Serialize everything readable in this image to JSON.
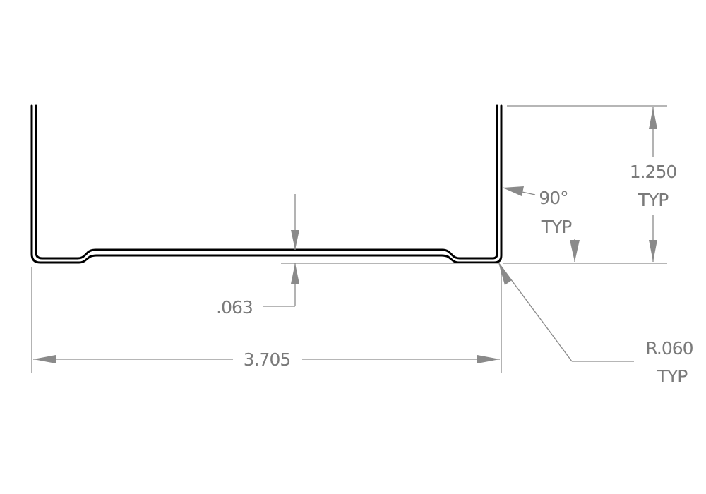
{
  "drawing": {
    "colors": {
      "profile": "#000000",
      "dimension": "#8a8a8a",
      "text": "#7a7a7a",
      "background": "#ffffff"
    },
    "dimensions": {
      "height": {
        "value": "1.250",
        "note": "TYP"
      },
      "angle": {
        "value": "90°",
        "note": "TYP"
      },
      "thickness": {
        "value": ".063"
      },
      "width": {
        "value": "3.705"
      },
      "radius": {
        "value": "R.060",
        "note": "TYP"
      }
    }
  }
}
